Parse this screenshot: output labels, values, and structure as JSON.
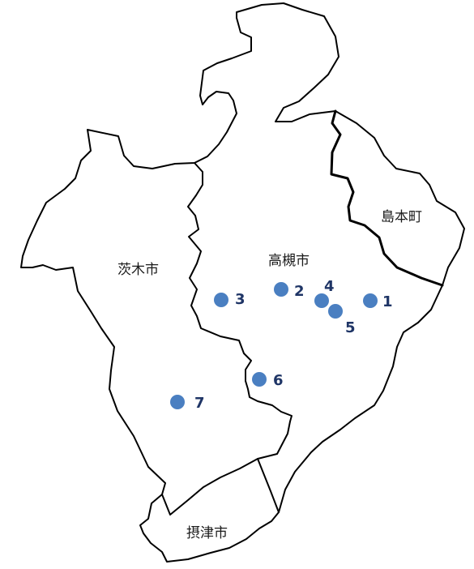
{
  "regions": [
    {
      "id": "ibaraki",
      "label": "茨木市"
    },
    {
      "id": "takatsuki",
      "label": "高槻市"
    },
    {
      "id": "shimamoto",
      "label": "島本町"
    },
    {
      "id": "settsu",
      "label": "摂津市"
    }
  ],
  "markers": [
    {
      "id": "1",
      "label": "1"
    },
    {
      "id": "2",
      "label": "2"
    },
    {
      "id": "3",
      "label": "3"
    },
    {
      "id": "4",
      "label": "4"
    },
    {
      "id": "5",
      "label": "5"
    },
    {
      "id": "6",
      "label": "6"
    },
    {
      "id": "7",
      "label": "7"
    }
  ],
  "colors": {
    "marker": "#4a7fc1",
    "marker_label": "#1f3566",
    "boundary": "#000000",
    "background": "#ffffff"
  }
}
